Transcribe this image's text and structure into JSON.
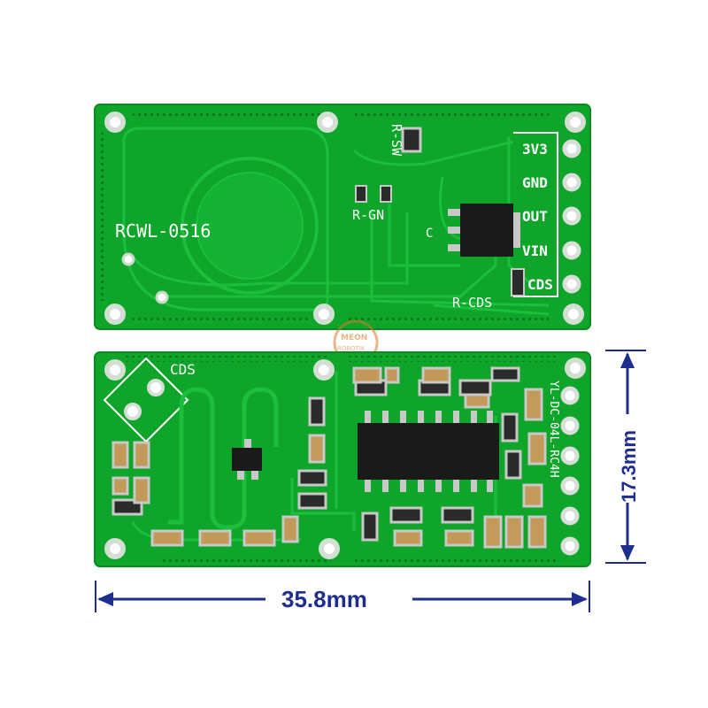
{
  "board_top": {
    "model": "RCWL-0516",
    "labels": {
      "r_sw": "R-SW",
      "r_gn": "R-GN",
      "r_cds": "R-CDS",
      "c": "C"
    },
    "pins": [
      "3V3",
      "GND",
      "OUT",
      "VIN",
      "CDS"
    ]
  },
  "board_bottom": {
    "cds_label": "CDS",
    "edge_text": "YL-DC-04L-RC4H"
  },
  "watermark": {
    "line1": "MEON",
    "line2": "ROBOTIK"
  },
  "dimensions": {
    "width": "35.8mm",
    "height": "17.3mm"
  },
  "colors": {
    "pcb": "#0fa52a",
    "pcb_dark": "#0a8a21",
    "trace": "#19c23a",
    "silkscreen": "#ffffff",
    "dimension": "#1f2d8f"
  }
}
